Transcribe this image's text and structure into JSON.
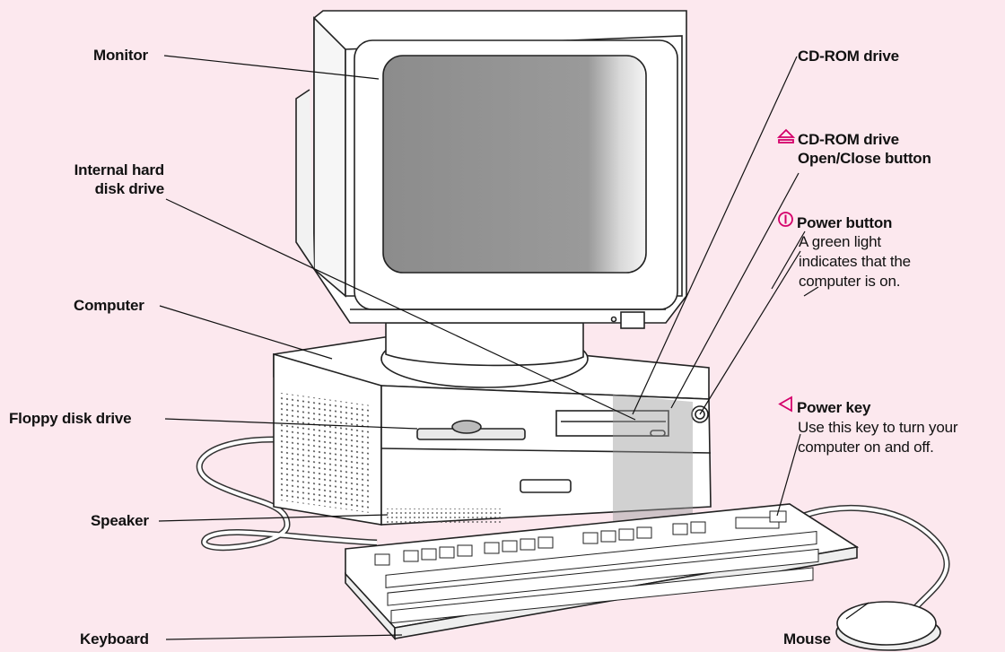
{
  "labels": {
    "monitor": "Monitor",
    "internal_hard_disk_line1": "Internal hard",
    "internal_hard_disk_line2": "disk drive",
    "computer": "Computer",
    "floppy_disk_drive": "Floppy disk drive",
    "speaker": "Speaker",
    "keyboard": "Keyboard",
    "cdrom_drive": "CD-ROM drive",
    "cdrom_button_line1": "CD-ROM drive",
    "cdrom_button_line2": "Open/Close button",
    "power_button": "Power button",
    "power_button_desc_1": "A green light",
    "power_button_desc_2": "indicates that the",
    "power_button_desc_3": "computer is on.",
    "power_key": "Power key",
    "power_key_desc_1": "Use this key to turn your",
    "power_key_desc_2": "computer on and off.",
    "mouse": "Mouse"
  },
  "icons": {
    "eject": "eject-icon",
    "power": "power-icon",
    "power_key": "triangle-left-icon"
  },
  "colors": {
    "background": "#fce8ee",
    "accent_symbol": "#d4006a"
  }
}
